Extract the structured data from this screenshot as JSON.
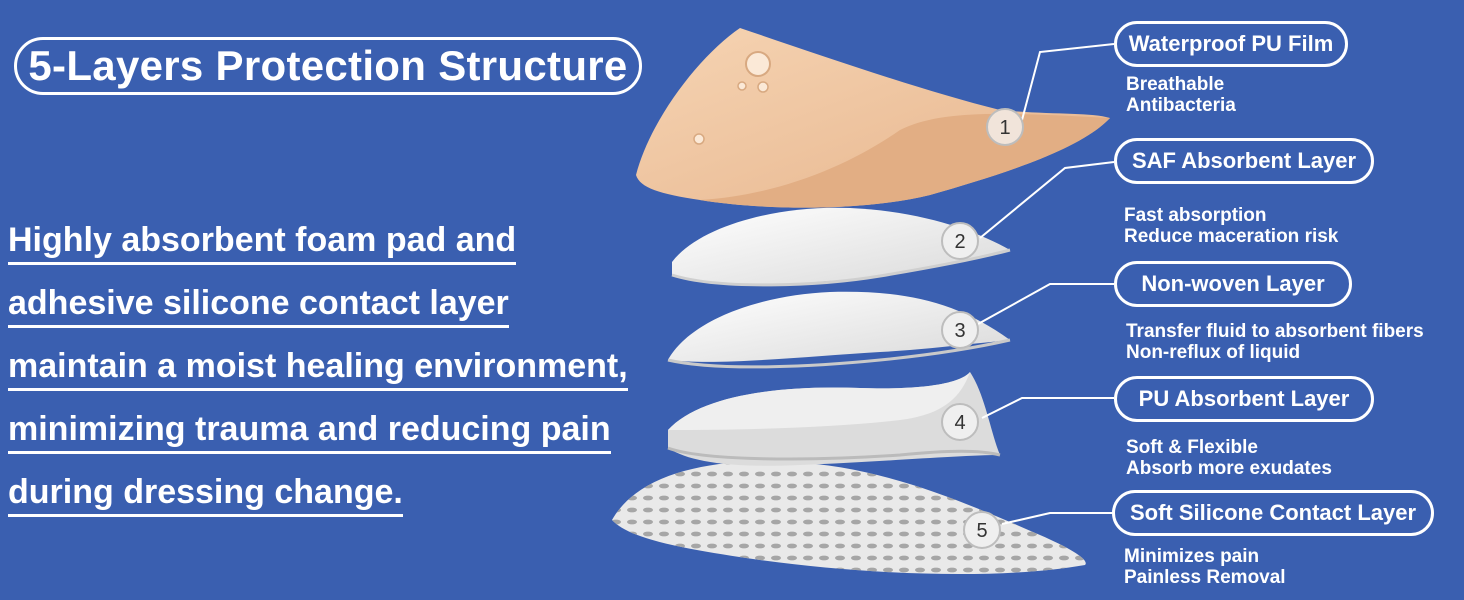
{
  "title": "5-Layers Protection Structure",
  "body_lines": [
    "Highly absorbent foam pad and",
    "adhesive silicone contact layer",
    "maintain a moist healing environment,",
    "minimizing trauma and reducing pain",
    "during dressing change."
  ],
  "layers": [
    {
      "number": "1",
      "name": "Waterproof PU Film",
      "desc": [
        "Breathable",
        "Antibacteria"
      ]
    },
    {
      "number": "2",
      "name": "SAF Absorbent Layer",
      "desc": [
        "Fast absorption",
        "Reduce maceration risk"
      ]
    },
    {
      "number": "3",
      "name": "Non-woven Layer",
      "desc": [
        "Transfer fluid to absorbent fibers",
        "Non-reflux of liquid"
      ]
    },
    {
      "number": "4",
      "name": "PU Absorbent Layer",
      "desc": [
        "Soft & Flexible",
        "Absorb more exudates"
      ]
    },
    {
      "number": "5",
      "name": "Soft Silicone Contact Layer",
      "desc": [
        "Minimizes pain",
        "Painless Removal"
      ]
    }
  ],
  "colors": {
    "background": "#3a5fb0",
    "text": "#ffffff",
    "film": "#f2c9a4",
    "white_layer": "#f4f4f4",
    "foam": "#e8e8e8"
  }
}
